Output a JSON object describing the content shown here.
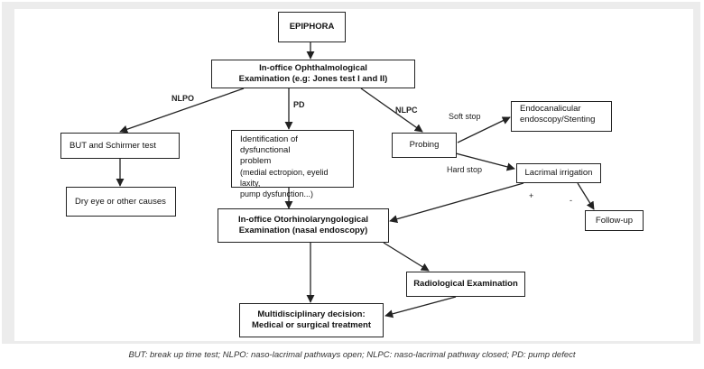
{
  "nodes": {
    "epiphora": "EPIPHORA",
    "ophthalmological_exam": [
      "In-office Ophthalmological",
      "Examination (e.g: Jones test I and II)"
    ],
    "but_schirmer": "BUT and Schirmer test",
    "dry_eye": "Dry eye or other causes",
    "dysfunctional_problem": [
      "Identification of dysfunctional",
      "problem",
      "(medial ectropion, eyelid laxity,",
      "pump dysfunction...)"
    ],
    "probing": "Probing",
    "endocanalicular": [
      "Endocanalicular",
      "endoscopy/Stenting"
    ],
    "lacrimal_irrigation": "Lacrimal irrigation",
    "follow_up": "Follow-up",
    "otorhino_exam": [
      "In-office Otorhinolaryngological",
      "Examination (nasal endoscopy)"
    ],
    "radiological_exam": "Radiological Examination",
    "multidisciplinary": [
      "Multidisciplinary decision:",
      "Medical or surgical treatment"
    ]
  },
  "edge_labels": {
    "nlpo": "NLPO",
    "pd": "PD",
    "nlpc": "NLPC",
    "soft_stop": "Soft stop",
    "hard_stop": "Hard stop",
    "plus": "+",
    "minus": "-"
  },
  "caption": "BUT: break up time test; NLPO: naso-lacrimal pathways open; NLPC: naso-lacrimal pathway closed; PD: pump defect"
}
